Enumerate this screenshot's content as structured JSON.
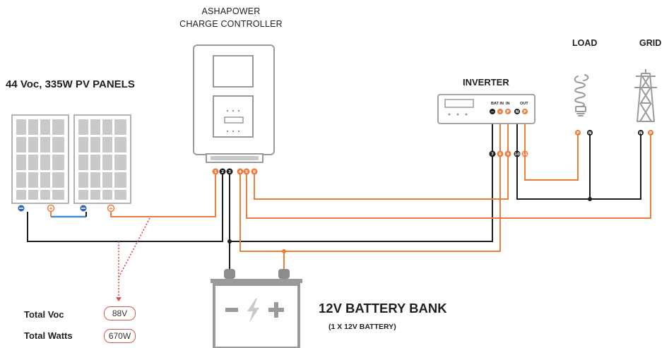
{
  "controller": {
    "brand": "ASHAPOWER",
    "name": "CHARGE CONTROLLER",
    "terminals": [
      "1",
      "2",
      "3",
      "4",
      "5",
      "6"
    ]
  },
  "pv": {
    "title": "44 Voc, 335W PV PANELS"
  },
  "inverter": {
    "title": "INVERTER",
    "bat_in_label": "BAT IN",
    "in_label": "IN",
    "out_label": "OUT",
    "terminal_marks": [
      "−",
      "+",
      "P",
      "N",
      "P"
    ],
    "lower_terminals": [
      "7",
      "8",
      "9",
      "10",
      "11"
    ]
  },
  "load": {
    "title": "LOAD",
    "terminals": [
      "P",
      "N"
    ]
  },
  "grid": {
    "title": "GRID",
    "terminals": [
      "N",
      "P"
    ]
  },
  "battery": {
    "title": "12V BATTERY BANK",
    "subtitle": "(1 X 12V BATTERY)"
  },
  "totals": {
    "voc_label": "Total Voc",
    "voc_value": "88V",
    "watts_label": "Total Watts",
    "watts_value": "670W"
  },
  "colors": {
    "positive_wire": "#ee7d3b",
    "negative_wire": "#1e1e1e",
    "series_link": "#3a8fd6",
    "total_marker": "#d9534f",
    "device_outline": "#9a9a9a",
    "panel_cell": "#c9c9c9"
  }
}
